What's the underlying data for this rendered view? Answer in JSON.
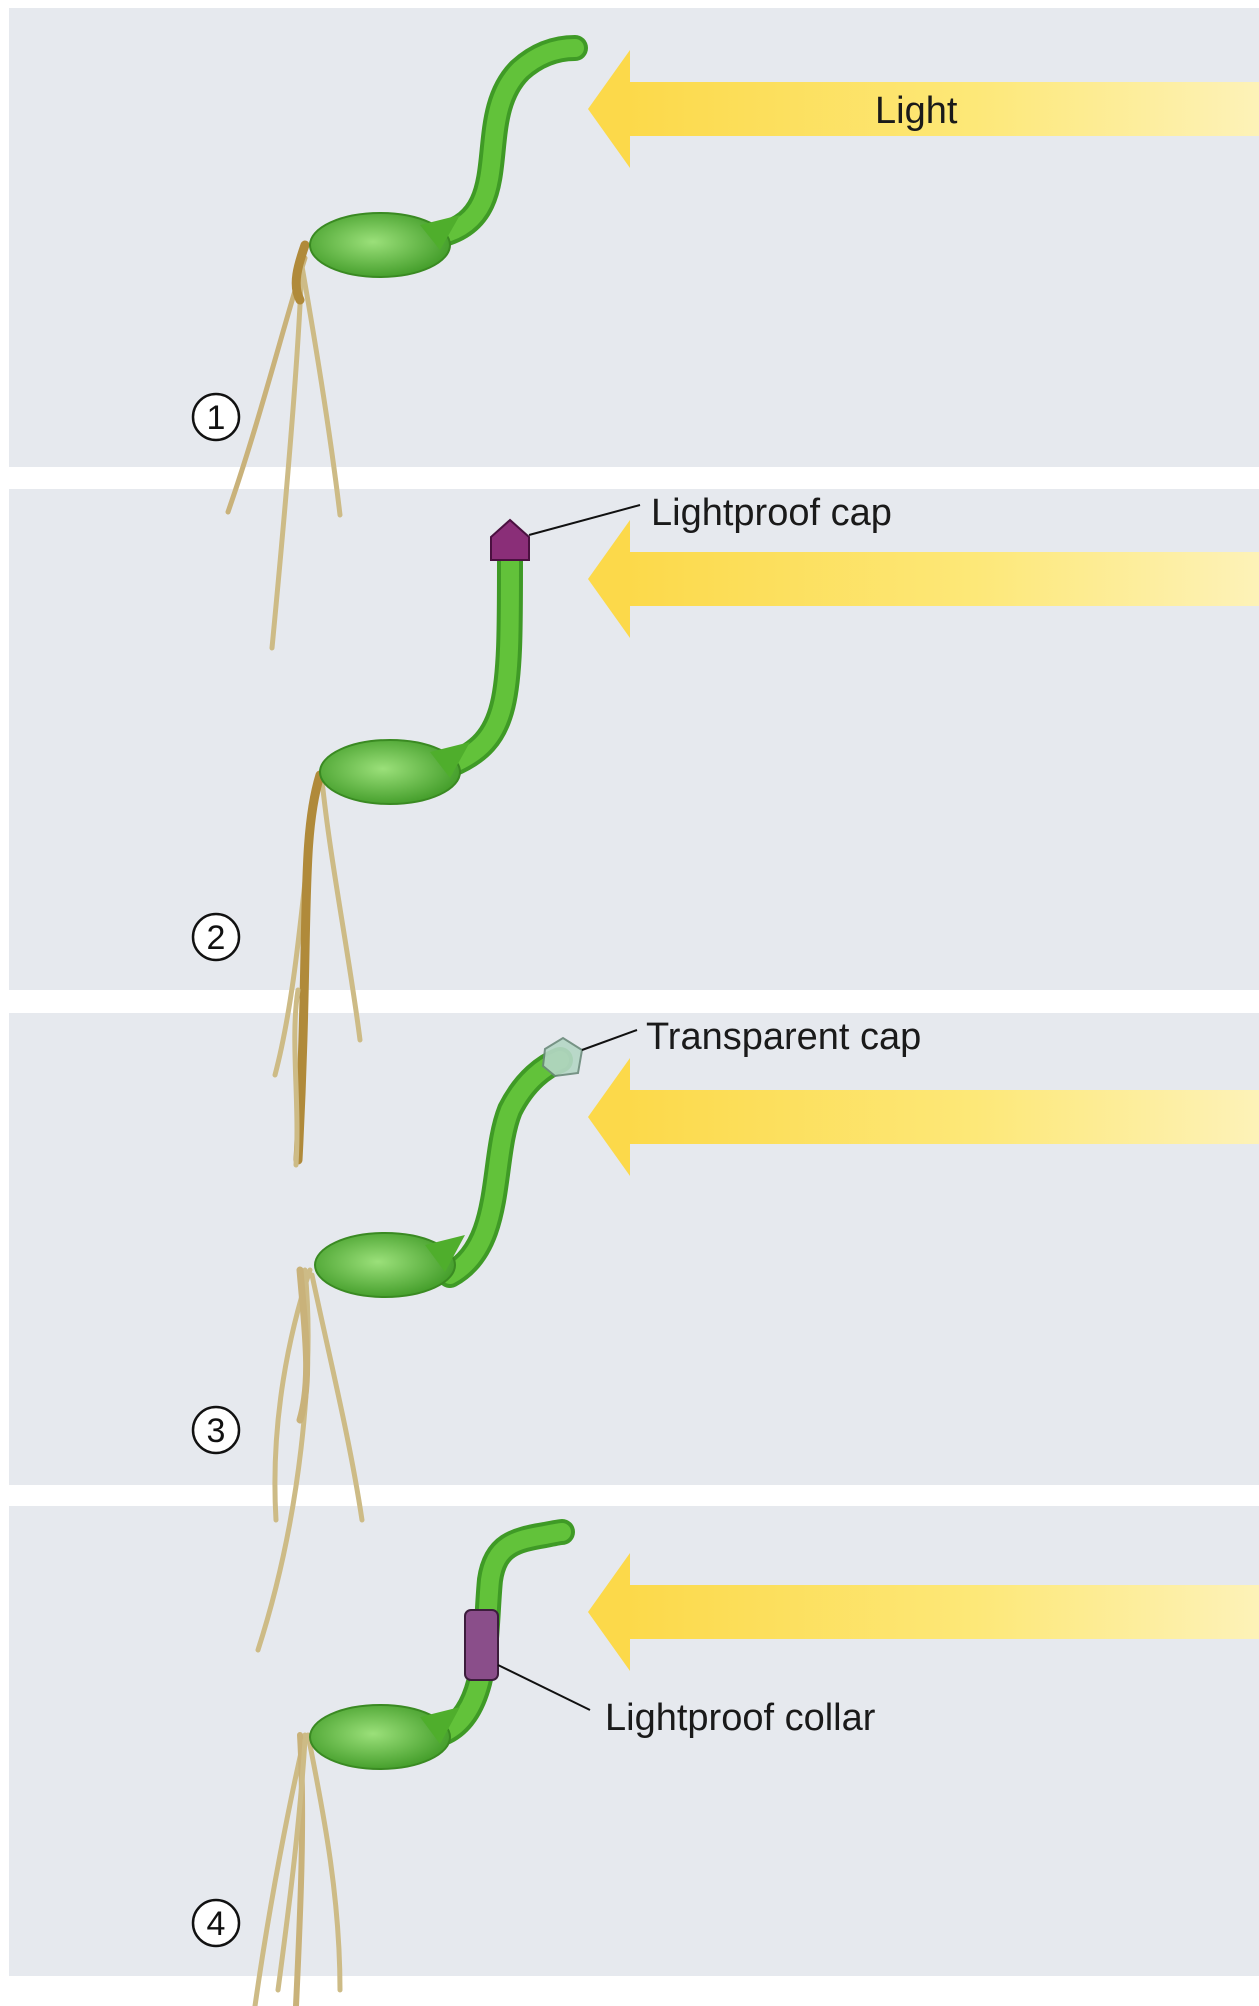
{
  "labels": {
    "light": "Light",
    "lightproof_cap": "Lightproof cap",
    "transparent_cap": "Transparent cap",
    "lightproof_collar": "Lightproof collar"
  },
  "steps": [
    "1",
    "2",
    "3",
    "4"
  ],
  "colors": {
    "panel": "#e6e9ee",
    "light_arrow": "#fde870",
    "stem": "#56b52e",
    "root": "#cdbb86",
    "lightproof": "#8a2e78",
    "transparent_cap": "#b5d7c6"
  }
}
